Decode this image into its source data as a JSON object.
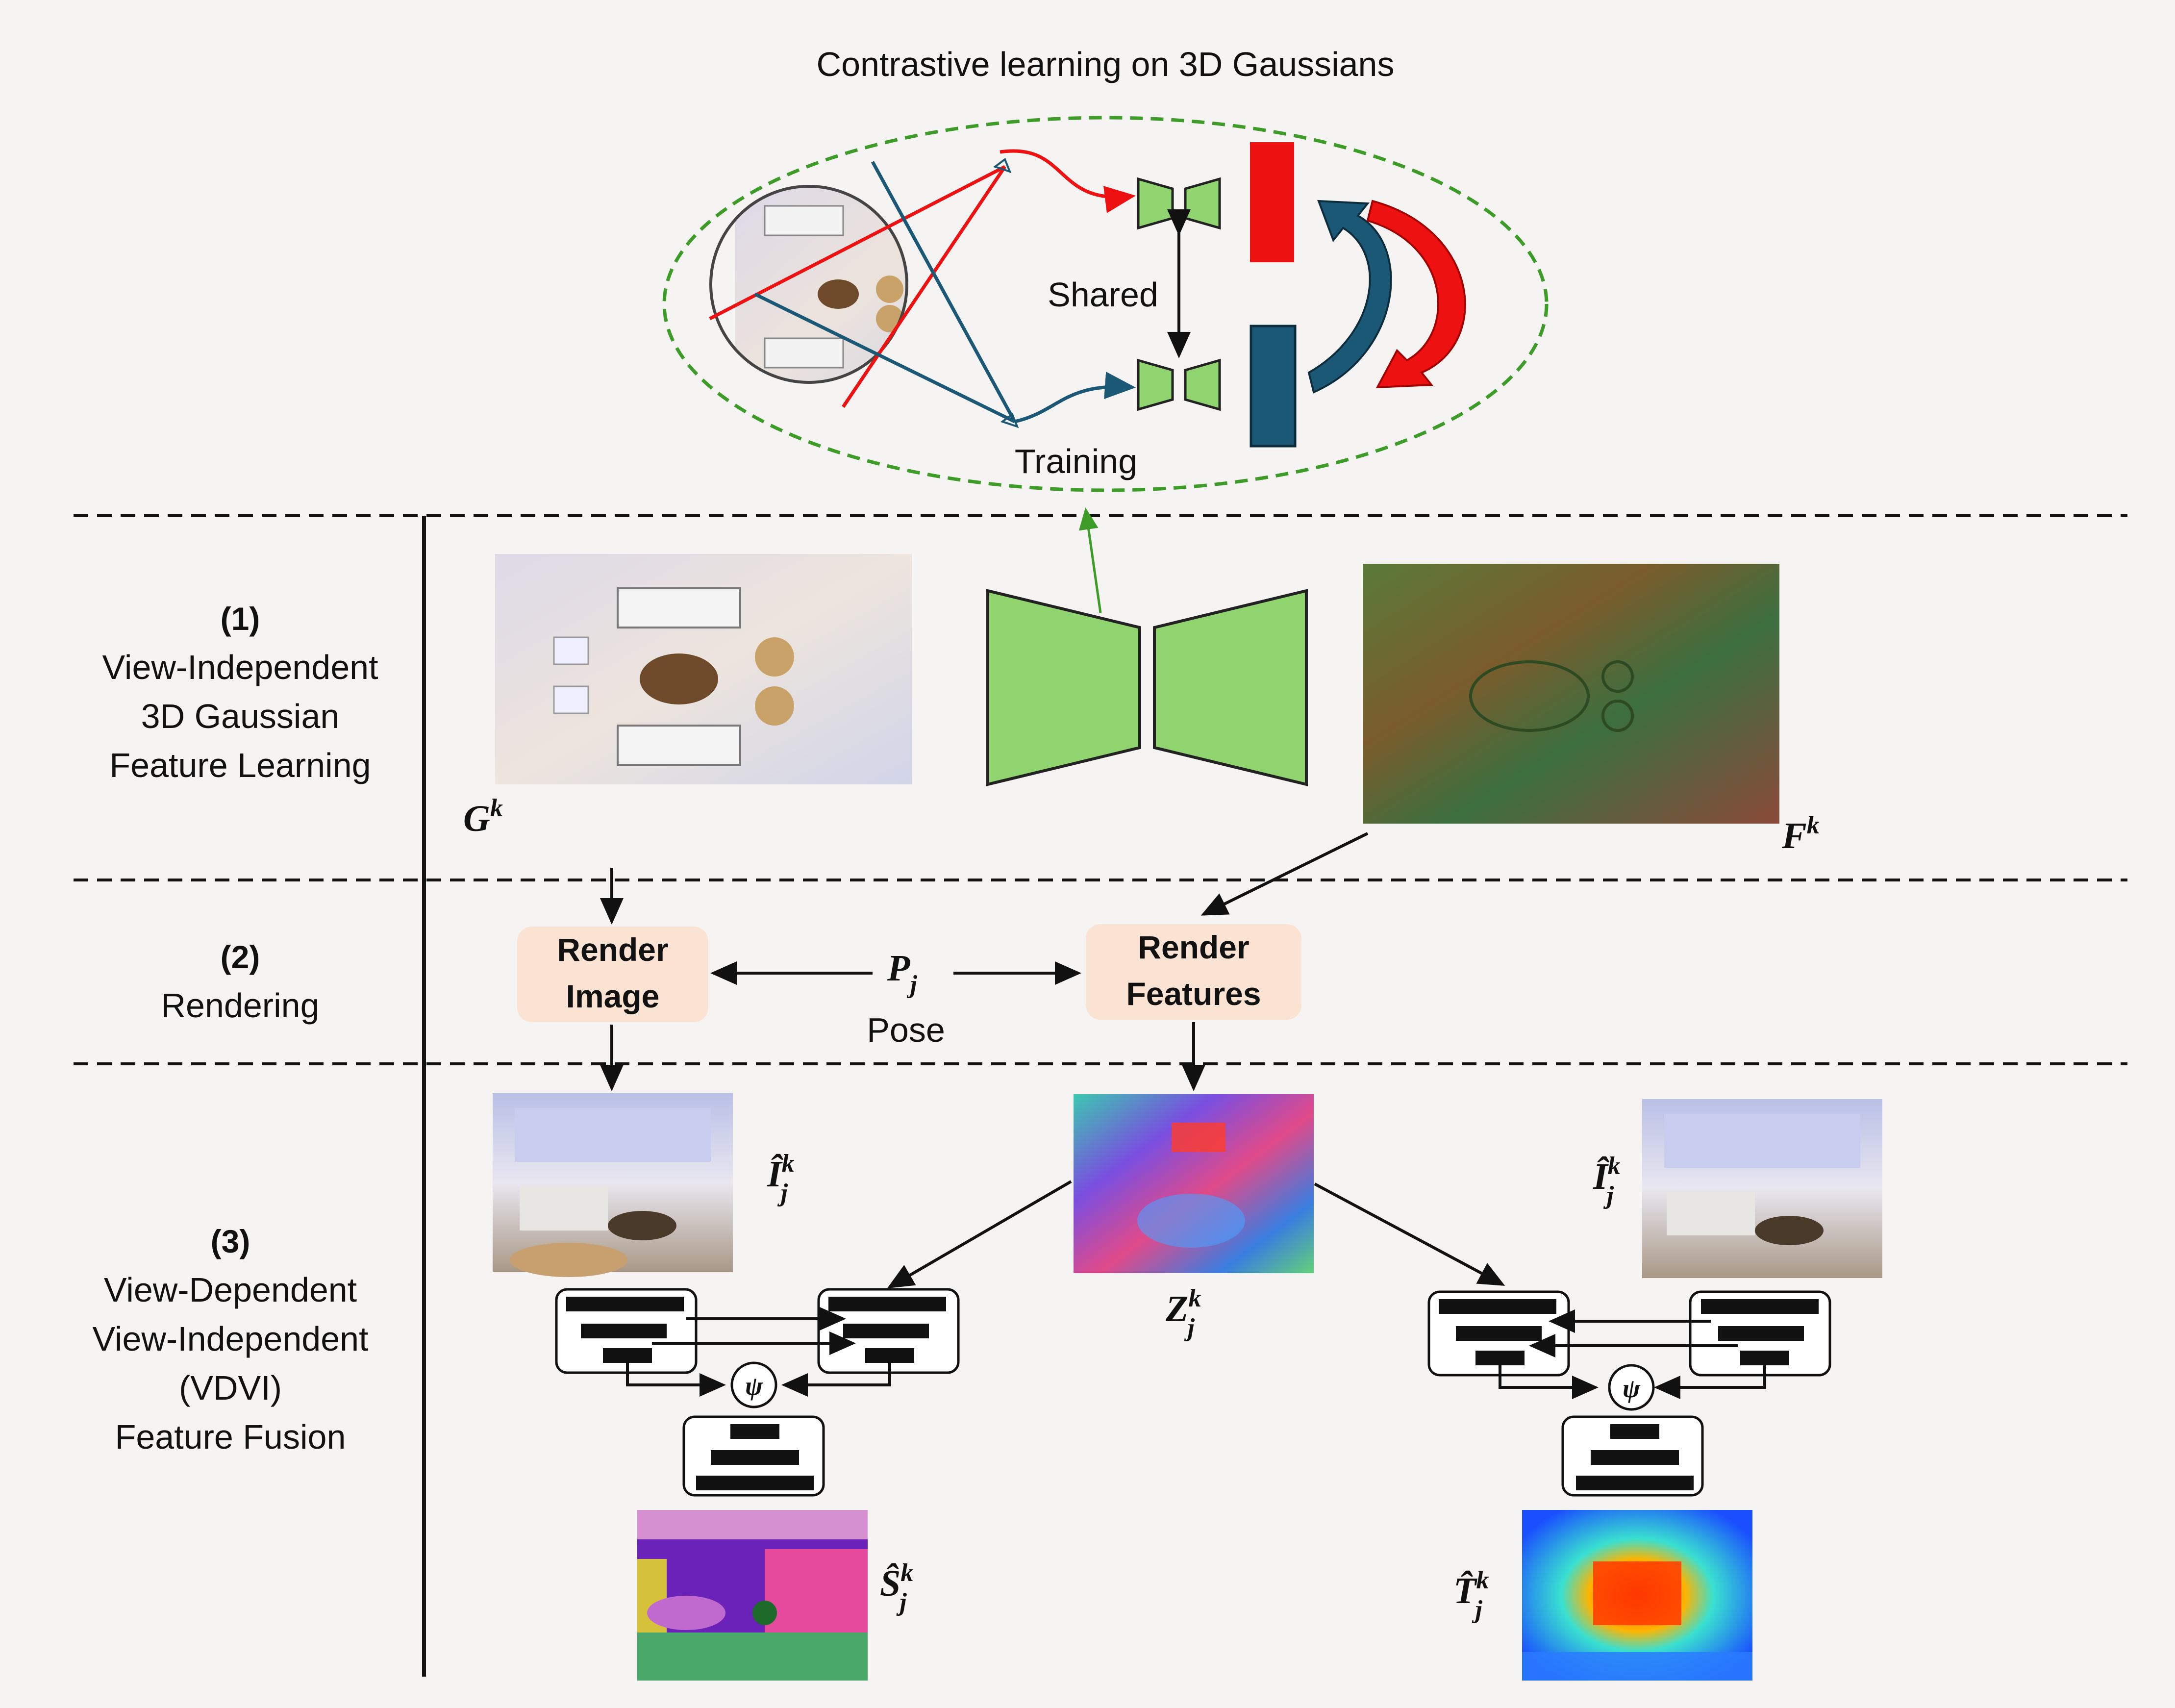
{
  "top": {
    "title": "Contrastive learning on 3D Gaussians",
    "shared_label": "Shared",
    "training_label": "Training"
  },
  "stages": [
    {
      "number": "(1)",
      "lines": [
        "View-Independent",
        "3D Gaussian",
        "Feature Learning"
      ]
    },
    {
      "number": "(2)",
      "lines": [
        "Rendering"
      ]
    },
    {
      "number": "(3)",
      "lines": [
        "View-Dependent",
        "View-Independent",
        "(VDVI)",
        "Feature Fusion"
      ]
    }
  ],
  "stage1": {
    "gaussians_symbol": "G",
    "gaussians_sup": "k",
    "features_symbol": "F",
    "features_sup": "k"
  },
  "stage2": {
    "render_image": [
      "Render",
      "Image"
    ],
    "render_features": [
      "Render",
      "Features"
    ],
    "pose_symbol": "P",
    "pose_sub": "j",
    "pose_label": "Pose"
  },
  "stage3": {
    "image_left": {
      "symbol": "Î",
      "sup": "k",
      "sub": "j"
    },
    "features_mid": {
      "symbol": "Z",
      "sup": "k",
      "sub": "j"
    },
    "image_right": {
      "symbol": "Î",
      "sup": "k",
      "sub": "j"
    },
    "psi_symbol": "ψ",
    "seg_output": {
      "symbol": "Ŝ",
      "sup": "k",
      "sub": "j"
    },
    "depth_output": {
      "symbol": "T̂",
      "sup": "k",
      "sub": "j"
    }
  },
  "colors": {
    "encoder_green": "#8fd46f",
    "red": "#ee1111",
    "teal": "#1b5876",
    "render_box": "#fbe3d4",
    "dashed_green": "#3d9c27"
  }
}
